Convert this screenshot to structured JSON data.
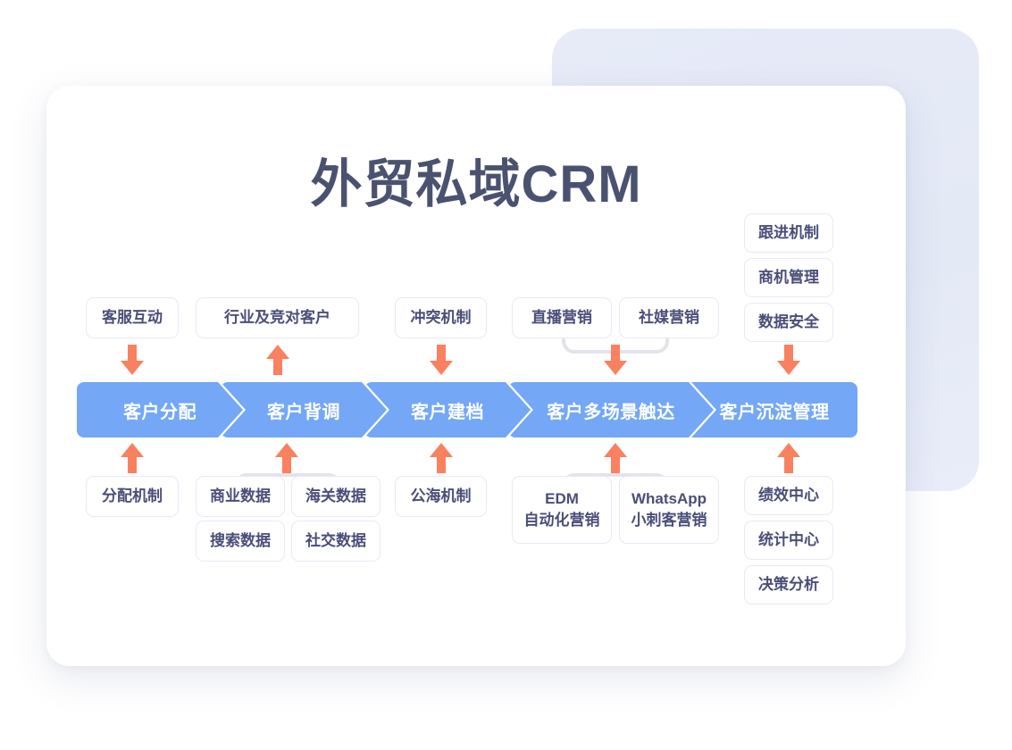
{
  "diagram": {
    "title": "外贸私域CRM",
    "colors": {
      "chevron_blue": "#74A7F5",
      "arrow_orange": "#F98160",
      "chip_text": "#4A4E78",
      "chip_border": "#E9E9F6",
      "title_color": "#4A5270",
      "back_panel": "#E7EBF8",
      "bracket": "#E3E3EC"
    },
    "steps": [
      {
        "label": "客户分配"
      },
      {
        "label": "客户背调"
      },
      {
        "label": "客户建档"
      },
      {
        "label": "客户多场景触达"
      },
      {
        "label": "客户沉淀管理"
      }
    ],
    "top_chips": [
      {
        "label": "客服互动"
      },
      {
        "label": "行业及竞对客户"
      },
      {
        "label": "冲突机制"
      },
      {
        "label": "直播营销"
      },
      {
        "label": "社媒营销"
      }
    ],
    "right_top_chips": [
      {
        "label": "跟进机制"
      },
      {
        "label": "商机管理"
      },
      {
        "label": "数据安全"
      }
    ],
    "bottom_chips": [
      {
        "label": "分配机制"
      },
      {
        "label": "商业数据"
      },
      {
        "label": "海关数据"
      },
      {
        "label": "搜索数据"
      },
      {
        "label": "社交数据"
      },
      {
        "label": "公海机制"
      }
    ],
    "bottom_multiline_chips": [
      {
        "line1": "EDM",
        "line2": "自动化营销"
      },
      {
        "line1": "WhatsApp",
        "line2": "小刺客营销"
      }
    ],
    "right_bottom_chips": [
      {
        "label": "绩效中心"
      },
      {
        "label": "统计中心"
      },
      {
        "label": "决策分析"
      }
    ],
    "arrows": [
      {
        "name": "arrow-down-to-step-1",
        "direction": "down"
      },
      {
        "name": "arrow-up-to-top-chip-2",
        "direction": "up"
      },
      {
        "name": "arrow-down-to-step-3",
        "direction": "down"
      },
      {
        "name": "arrow-down-to-step-4",
        "direction": "down"
      },
      {
        "name": "arrow-down-to-step-5",
        "direction": "down"
      },
      {
        "name": "arrow-up-from-bottom-1",
        "direction": "up"
      },
      {
        "name": "arrow-up-from-bottom-2",
        "direction": "up"
      },
      {
        "name": "arrow-up-from-bottom-3",
        "direction": "up"
      },
      {
        "name": "arrow-up-from-bottom-4",
        "direction": "up"
      },
      {
        "name": "arrow-up-from-bottom-5",
        "direction": "up"
      }
    ]
  }
}
